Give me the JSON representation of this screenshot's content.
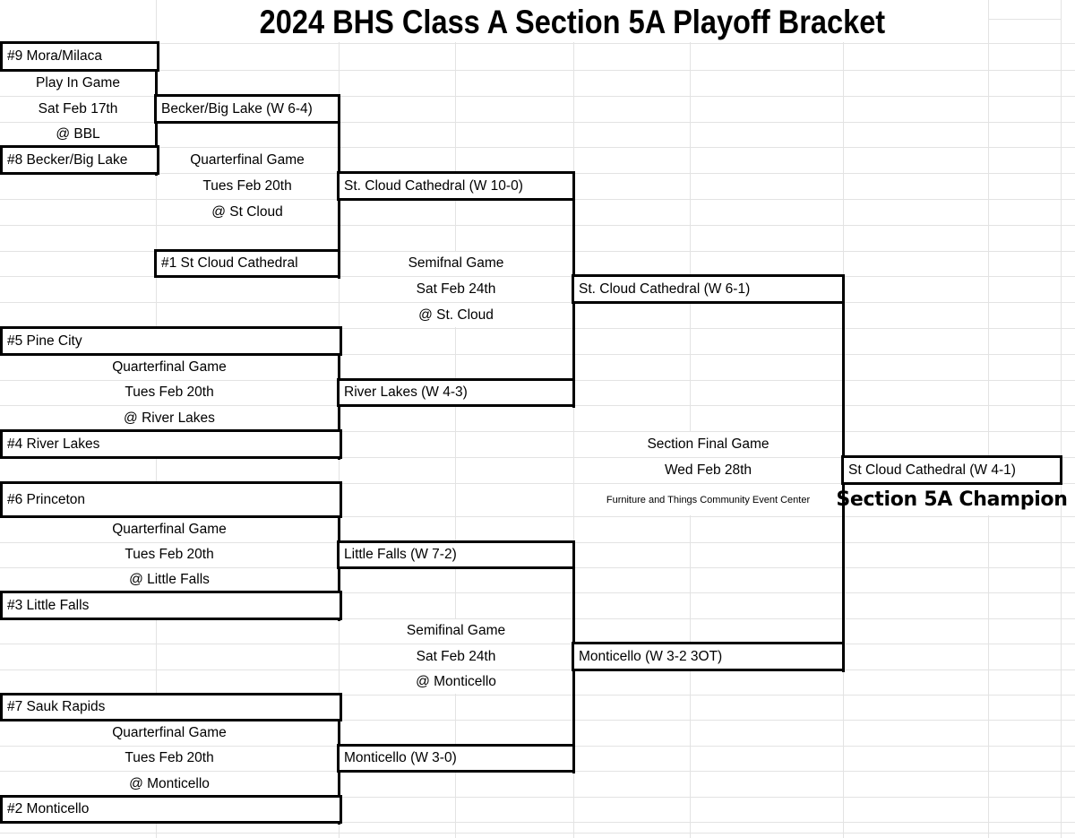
{
  "title": "2024 BHS Class A Section 5A Playoff Bracket",
  "play_in": {
    "top_seed": "#9 Mora/Milaca",
    "heading": "Play In Game",
    "date": "Sat Feb 17th",
    "venue": "@ BBL",
    "bottom_seed": "#8 Becker/Big Lake",
    "winner": "Becker/Big Lake (W 6-4)"
  },
  "quarterfinal_1": {
    "heading": "Quarterfinal Game",
    "date": "Tues Feb 20th",
    "venue": "@ St Cloud",
    "seed": "#1 St Cloud Cathedral",
    "winner": "St. Cloud Cathedral (W 10-0)"
  },
  "semifinal_1": {
    "heading": "Semifnal Game",
    "date": "Sat Feb 24th",
    "venue": "@ St. Cloud",
    "winner": "St. Cloud Cathedral (W 6-1)"
  },
  "quarterfinal_2": {
    "top_seed": "#5 Pine City",
    "heading": "Quarterfinal Game",
    "date": "Tues Feb 20th",
    "venue": "@ River Lakes",
    "bottom_seed": "#4 River Lakes",
    "winner": "River Lakes (W 4-3)"
  },
  "final": {
    "heading": "Section Final Game",
    "date": "Wed Feb 28th",
    "venue": "Furniture and Things Community Event Center",
    "winner": "St Cloud Cathedral (W 4-1)",
    "champion_label": "Section 5A Champion"
  },
  "quarterfinal_3": {
    "top_seed": "#6 Princeton",
    "heading": "Quarterfinal Game",
    "date": "Tues Feb 20th",
    "venue": "@ Little Falls",
    "bottom_seed": "#3 Little Falls",
    "winner": "Little Falls (W 7-2)"
  },
  "semifinal_2": {
    "heading": "Semifinal Game",
    "date": "Sat Feb 24th",
    "venue": "@ Monticello",
    "winner": "Monticello (W 3-2 3OT)"
  },
  "quarterfinal_4": {
    "top_seed": "#7 Sauk Rapids",
    "heading": "Quarterfinal Game",
    "date": "Tues Feb 20th",
    "venue": "@ Monticello",
    "bottom_seed": "#2 Monticello",
    "winner": "Monticello (W 3-0)"
  },
  "colors": {
    "background": "#ffffff",
    "grid_line": "#e3e3e3",
    "bracket_line": "#000000",
    "text": "#000000"
  }
}
